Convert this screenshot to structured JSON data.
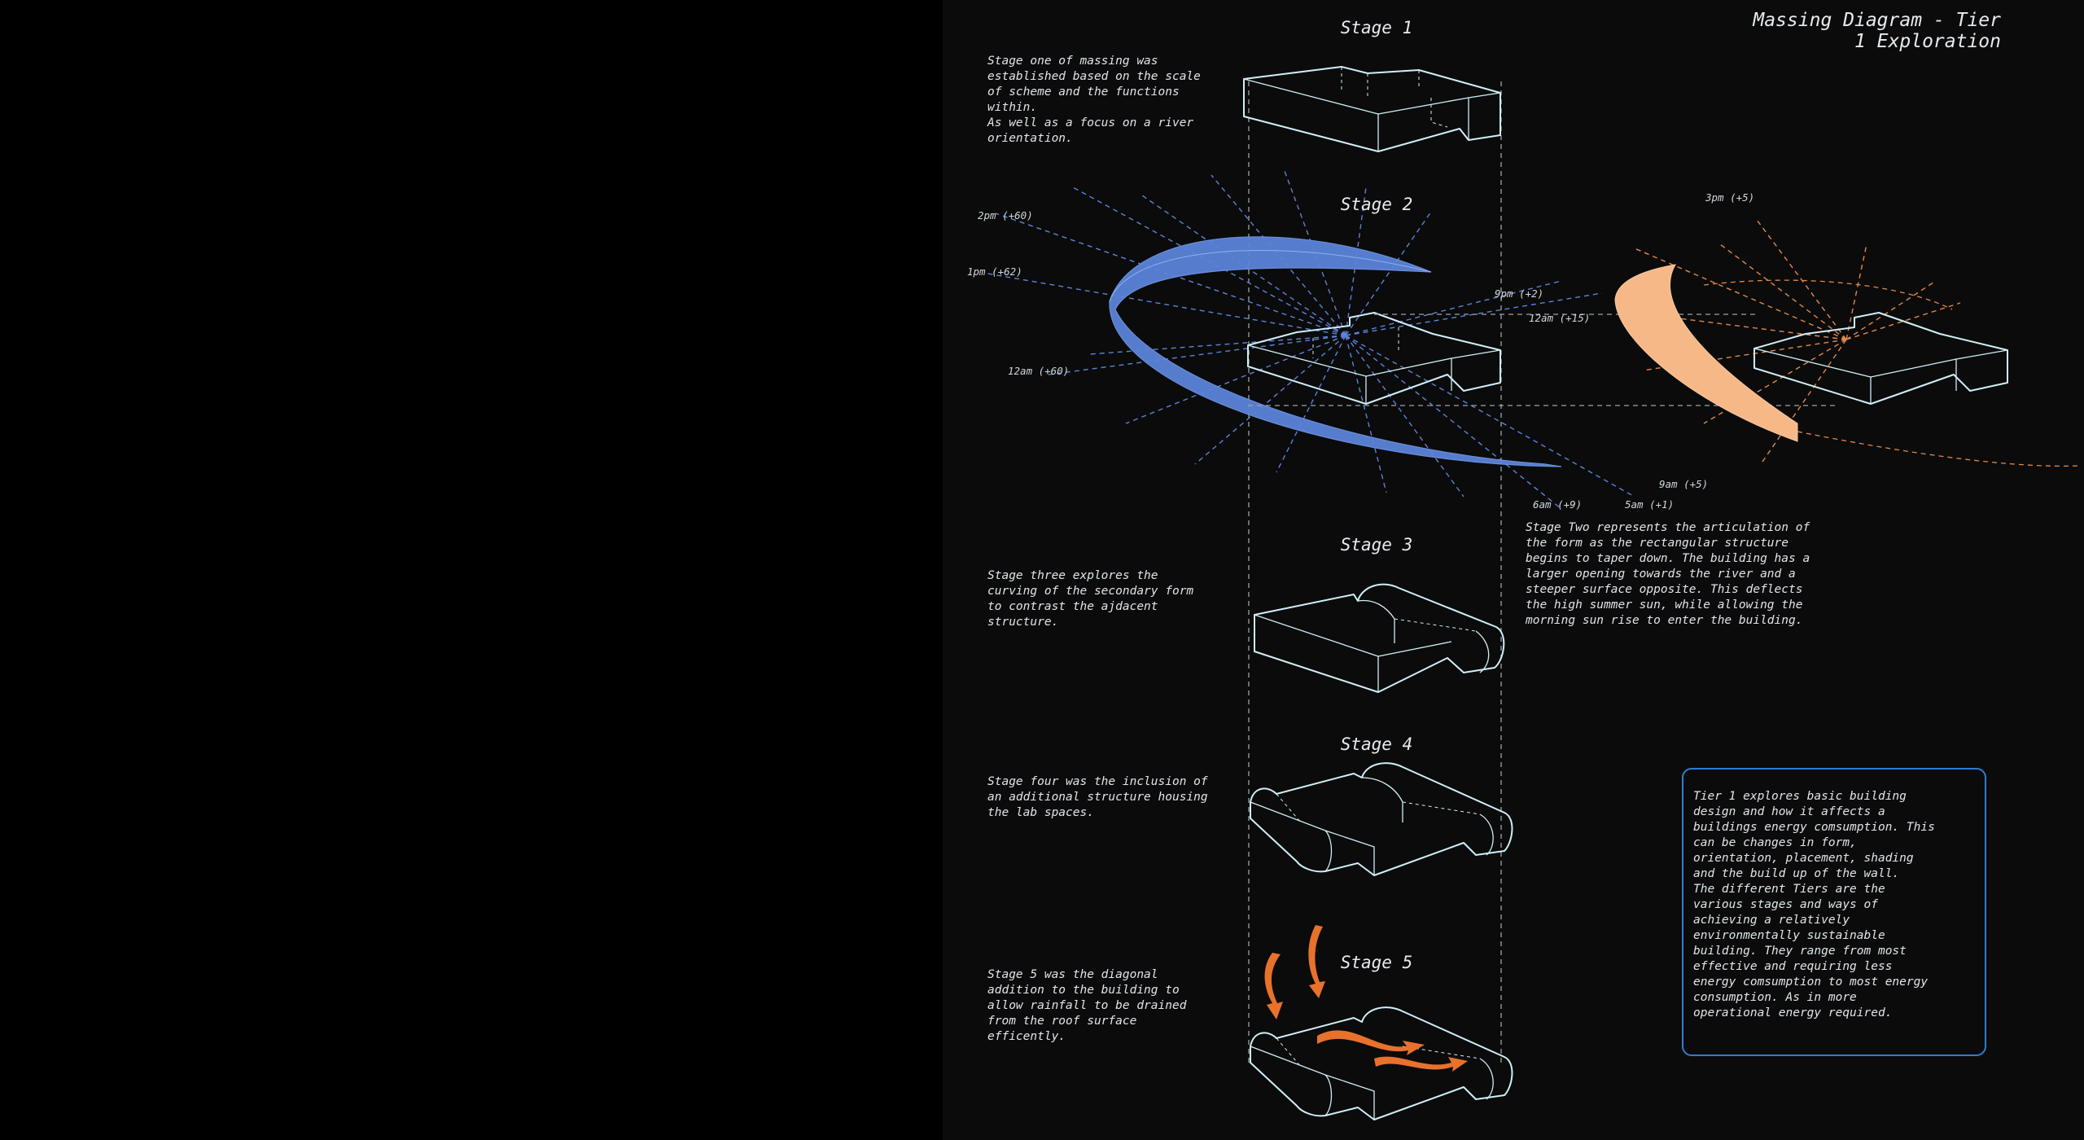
{
  "title": {
    "line1": "Massing Diagram - Tier",
    "line2": "1 Exploration"
  },
  "stages": [
    {
      "label": "Stage 1",
      "text": "Stage one of massing was\nestablished based on the scale\nof scheme and the functions\nwithin.\nAs well as a focus on a river\norientation."
    },
    {
      "label": "Stage 2",
      "text": "Stage Two represents the articulation of\nthe form as the rectangular structure\nbegins to taper down. The building has a\nlarger opening towards the river and a\nsteeper surface opposite. This deflects\nthe high summer sun, while allowing the\nmorning sun rise to enter the building."
    },
    {
      "label": "Stage 3",
      "text": "Stage three explores the\ncurving of the secondary form\nto contrast the ajdacent\nstructure."
    },
    {
      "label": "Stage 4",
      "text": "Stage four was the inclusion of\nan additional structure housing\nthe lab spaces."
    },
    {
      "label": "Stage 5",
      "text": "Stage 5 was the diagonal\naddition to the building to\nallow rainfall to be drained\nfrom the roof surface\nefficently."
    }
  ],
  "sun_labels": {
    "winter": [
      "2pm (+60)",
      "1pm (+62)",
      "12am (+60)",
      "9pm (+2)",
      "6am (+9)"
    ],
    "summer": [
      "3pm (+5)",
      "12am (+15)",
      "9am (+5)",
      "5am (+1)"
    ]
  },
  "tier_info": " Tier 1 explores basic building\ndesign and how it affects a\nbuildings energy comsumption. This\ncan be changes in form,\norientation, placement, shading\nand the build up of the wall.\nThe different Tiers are the\nvarious stages and ways of\nachieving a relatively\nenvironmentally sustainable\nbuilding. They range from most\neffective and requiring less\nenergy comsumption to most energy\nconsumption. As in more\noperational energy required.",
  "colors": {
    "background": "#0b0b0b",
    "line": "#cfeff7",
    "winter_sun": "#5b83d8",
    "summer_sun": "#f7b888",
    "rain_arrow": "#e8712c",
    "info_border": "#2f7dd3"
  }
}
